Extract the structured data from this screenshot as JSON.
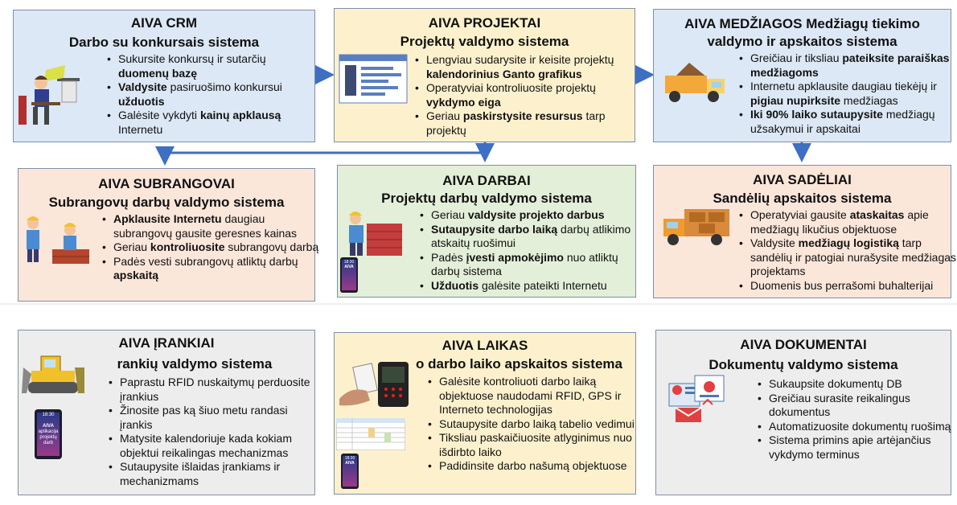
{
  "colors": {
    "arrow": "#3d6fc3",
    "border": "#7f8fa8"
  },
  "crm": {
    "title": "AIVA CRM",
    "subtitle": "Darbo su konkursais sistema",
    "icon": "office-worker-illustration",
    "items": [
      [
        "Sukursite konkursų ir sutarčių ",
        "duomenų bazę",
        ""
      ],
      [
        "",
        "Valdysite",
        " pasiruošimo konkursui ",
        "užduotis",
        ""
      ],
      [
        "Galėsite vykdyti ",
        "kainų apklausą",
        " Internetu"
      ]
    ]
  },
  "projektai": {
    "title": "AIVA PROJEKTAI",
    "subtitle": "Projektų valdymo  sistema",
    "icon": "gantt-chart-illustration",
    "items": [
      [
        "Lengviau sudarysite ir keisite projektų ",
        "kalendorinius Ganto grafikus",
        ""
      ],
      [
        "Operatyviai kontroliuosite projektų ",
        "vykdymo eiga",
        ""
      ],
      [
        "Geriau ",
        "paskirstysite resursus",
        " tarp projektų"
      ]
    ]
  },
  "medziagos": {
    "title": "AIVA MEDŽIAGOS Medžiagų tiekimo",
    "subtitle": "valdymo ir apskaitos sistema",
    "icon": "dump-truck-illustration",
    "items": [
      [
        "Greičiau ir tiksliau ",
        "pateiksite paraiškas medžiagoms",
        ""
      ],
      [
        "Internetu apklausite daugiau tiekėjų ir ",
        "pigiau nupirksite",
        " medžiagas"
      ],
      [
        "",
        "Iki 90% laiko sutaupysite",
        " medžiagų užsakymui  ir apskaitai"
      ]
    ]
  },
  "subrangovai": {
    "title": "AIVA SUBRANGOVAI",
    "subtitle": "Subrangovų darbų  valdymo sistema",
    "icon": "construction-workers-illustration",
    "items": [
      [
        "",
        "Apklausite Internetu",
        " daugiau subrangovų gausite geresnes kainas"
      ],
      [
        "Geriau ",
        "kontroliuosite",
        " subrangovų darbą"
      ],
      [
        "Padės vesti subrangovų atliktų darbų ",
        "apskaitą",
        ""
      ]
    ]
  },
  "darbai": {
    "title": "AIVA DARBAI",
    "subtitle": "Projektų darbų valdymo sistema",
    "icon": "bricklayer-illustration",
    "items": [
      [
        "Geriau ",
        "valdysite projekto  darbus",
        ""
      ],
      [
        " ",
        "Sutaupysite darbo  laiką",
        " darbų atlikimo atskaitų ruošimui"
      ],
      [
        "Padės ",
        "įvesti apmokėjimo",
        " nuo atliktų darbų sistema"
      ],
      [
        "",
        "Užduotis",
        " galėsite pateikti Internetu"
      ]
    ]
  },
  "sandeliai": {
    "title": "AIVA SADĖLIAI",
    "subtitle": "Sandėlių apskaitos sistema",
    "icon": "delivery-truck-illustration",
    "items": [
      [
        "Operatyviai gausite ",
        "ataskaitas",
        " apie medžiagų likučius objektuose"
      ],
      [
        "Valdysite ",
        "medžiagų  logistiką",
        " tarp sandėlių ir patogiai nurašysite medžiagas projektams"
      ],
      [
        "Duomenis bus perrašomi buhalterijai",
        "",
        ""
      ]
    ]
  },
  "irankiai": {
    "title": "AIVA ĮRANKIAI",
    "subtitle": "rankių valdymo sistema",
    "icon": "bulldozer-illustration",
    "items": [
      [
        "Paprastu RFID nuskaitymų perduosite įrankius",
        "",
        ""
      ],
      [
        "Žinosite pas ką šiuo metu randasi įrankis",
        "",
        ""
      ],
      [
        "Matysite kalendoriuje kada kokiam objektui reikalingas mechanizmas",
        "",
        ""
      ],
      [
        "Sutaupysite išlaidas įrankiams ir mechanizmams",
        "",
        ""
      ]
    ]
  },
  "laikas": {
    "title": "AIVA LAIKAS",
    "subtitle": "o darbo laiko apskaitos sistema",
    "icon": "rfid-card-reader-illustration",
    "items": [
      [
        "Galėsite kontroliuoti darbo laiką objektuose naudodami RFID, GPS ir Interneto technologijas",
        "",
        ""
      ],
      [
        "Sutaupysite darbo laiką tabelio vedimui",
        "",
        ""
      ],
      [
        "Tiksliau paskaičiuosite atlyginimus nuo išdirbto laiko",
        "",
        ""
      ],
      [
        "Padidinsite darbo našumą objektuose",
        "",
        ""
      ]
    ]
  },
  "dokumentai": {
    "title": "AIVA DOKUMENTAI",
    "subtitle": "Dokumentų valdymo sistema",
    "icon": "document-database-illustration",
    "items": [
      [
        "Sukaupsite dokumentų DB",
        "",
        ""
      ],
      [
        "Greičiau surasite reikalingus dokumentus",
        "",
        ""
      ],
      [
        "Automatizuosite dokumentų ruošimą",
        "",
        ""
      ],
      [
        "Sistema primins apie artėjančius vykdymo terminus",
        "",
        ""
      ]
    ]
  },
  "phone": {
    "time": "18:30",
    "app_line1": "AIVA",
    "app_line2": "aplikacija",
    "app_line3": "projektų",
    "app_line4": "darb"
  }
}
